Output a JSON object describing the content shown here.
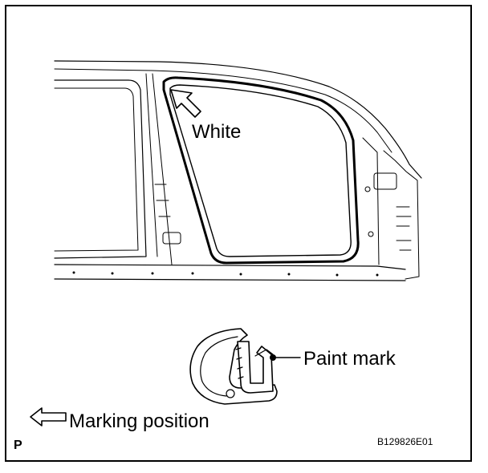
{
  "diagram": {
    "label_white": "White",
    "label_paint_mark": "Paint mark",
    "label_marking_position": "Marking position",
    "corner_letter": "P",
    "reference_code": "B129826E01"
  }
}
